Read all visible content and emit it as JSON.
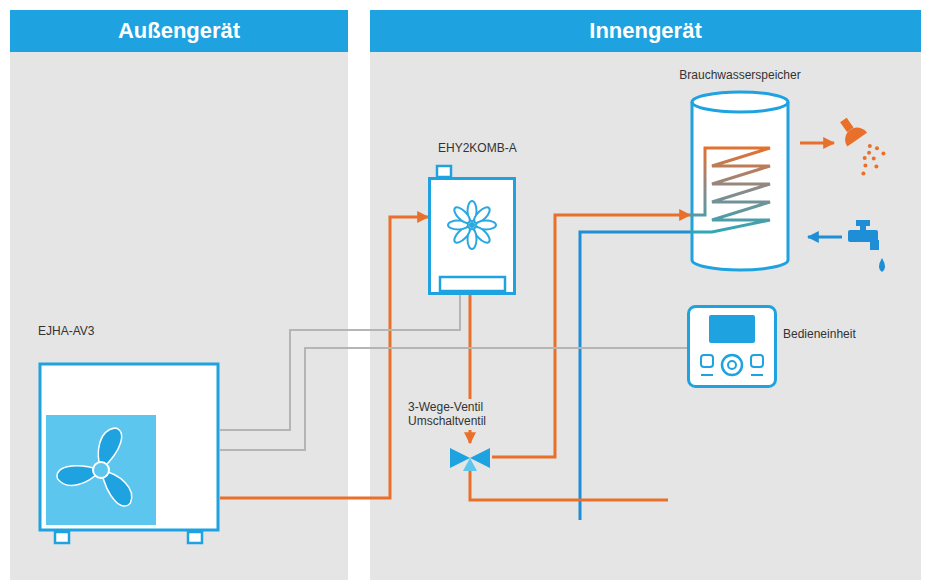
{
  "diagram": {
    "nodes": [
      {
        "text": [
          "Außengerät"
        ]
      },
      {
        "text": [
          "Innengerät"
        ]
      },
      {
        "text": [
          "EJHA-AV3"
        ],
        "in": 0
      },
      {
        "text": [
          "EHY2KOMB-A"
        ],
        "in": 1
      },
      {
        "text": [
          "Brauchwasserspeicher"
        ],
        "in": 1
      },
      {
        "text": [
          "Bedieneinheit"
        ],
        "in": 1
      },
      {
        "text": [
          "3-Wege-Ventil Umschaltventil"
        ],
        "in": 1
      }
    ],
    "edges": [
      {
        "from": 2,
        "to": 3,
        "arrow": "to"
      },
      {
        "from": 3,
        "to": 6,
        "arrow": "to"
      },
      {
        "from": 6,
        "to": 4,
        "arrow": "to"
      },
      {
        "from": 2,
        "to": 3,
        "arrow": "none"
      },
      {
        "from": 2,
        "to": 5,
        "arrow": "none"
      }
    ]
  }
}
